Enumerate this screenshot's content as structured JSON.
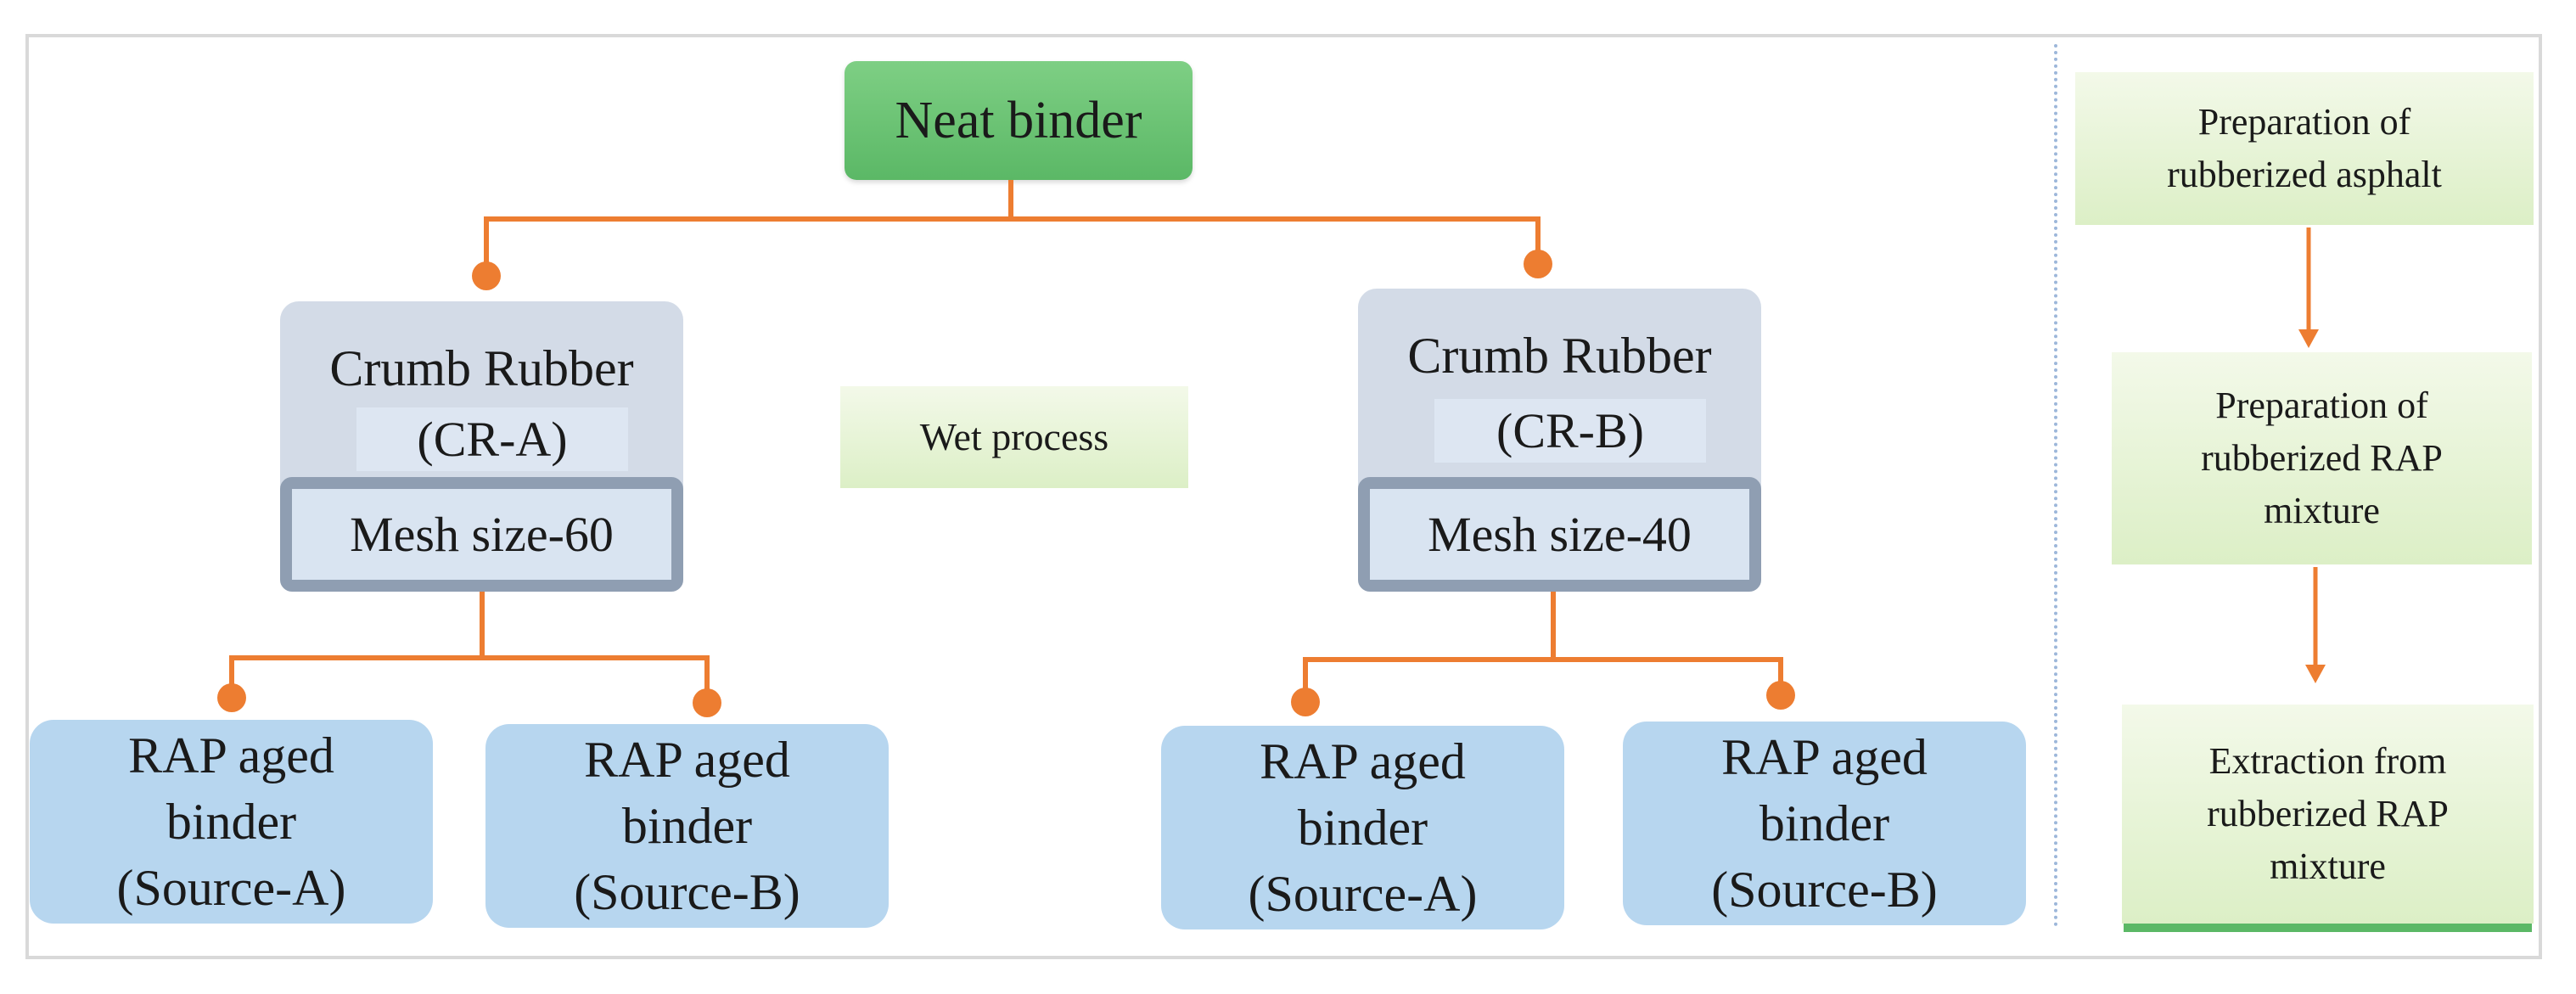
{
  "diagram": {
    "root": {
      "label": "Neat binder"
    },
    "branches": [
      {
        "title": "Crumb Rubber",
        "code": "(CR-A)",
        "mesh": "Mesh  size-60",
        "children": [
          {
            "line1": "RAP aged",
            "line2": "binder",
            "line3": "(Source-A)"
          },
          {
            "line1": "RAP aged",
            "line2": "binder",
            "line3": "(Source-B)"
          }
        ]
      },
      {
        "title": "Crumb Rubber",
        "code": "(CR-B)",
        "mesh": "Mesh  size-40",
        "children": [
          {
            "line1": "RAP aged",
            "line2": "binder",
            "line3": "(Source-A)"
          },
          {
            "line1": "RAP aged",
            "line2": "binder",
            "line3": "(Source-B)"
          }
        ]
      }
    ],
    "process_label": "Wet process",
    "steps": [
      {
        "line1": "Preparation of",
        "line2": "rubberized asphalt",
        "line3": ""
      },
      {
        "line1": "Preparation of",
        "line2": "rubberized RAP",
        "line3": "mixture"
      },
      {
        "line1": "Extraction from",
        "line2": "rubberized RAP",
        "line3": "mixture"
      }
    ],
    "colors": {
      "connector": "#ed7d31",
      "root_fill": "#6cc274",
      "step_fill": "#e6f4d6",
      "rap_fill": "#b7d6ef",
      "crumb_fill": "#d3dbe7",
      "mesh_border": "#8f9eb2",
      "divider": "#9db7da"
    }
  }
}
